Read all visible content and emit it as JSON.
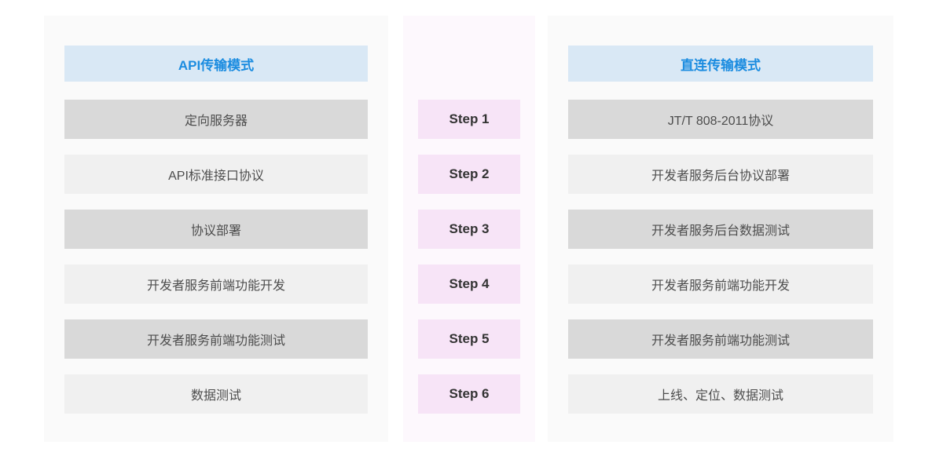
{
  "left_panel": {
    "title": "API传输模式",
    "rows": [
      "定向服务器",
      "API标准接口协议",
      "协议部署",
      "开发者服务前端功能开发",
      "开发者服务前端功能测试",
      "数据测试"
    ]
  },
  "middle_panel": {
    "steps": [
      "Step 1",
      "Step 2",
      "Step 3",
      "Step 4",
      "Step 5",
      "Step 6"
    ]
  },
  "right_panel": {
    "title": "直连传输模式",
    "rows": [
      "JT/T 808-2011协议",
      "开发者服务后台协议部署",
      "开发者服务后台数据测试",
      "开发者服务前端功能开发",
      "开发者服务前端功能测试",
      "上线、定位、数据测试"
    ]
  },
  "colors": {
    "page_bg": "#ffffff",
    "panel_bg": "#fafafa",
    "middle_panel_bg": "#fdf8fd",
    "header_bg": "#d9e8f5",
    "header_text": "#1b8ce0",
    "row_dark": "#d9d9d9",
    "row_light": "#f0f0f0",
    "row_text": "#4d4d4d",
    "step_bg": "#f7e4f7",
    "step_text": "#333333"
  }
}
